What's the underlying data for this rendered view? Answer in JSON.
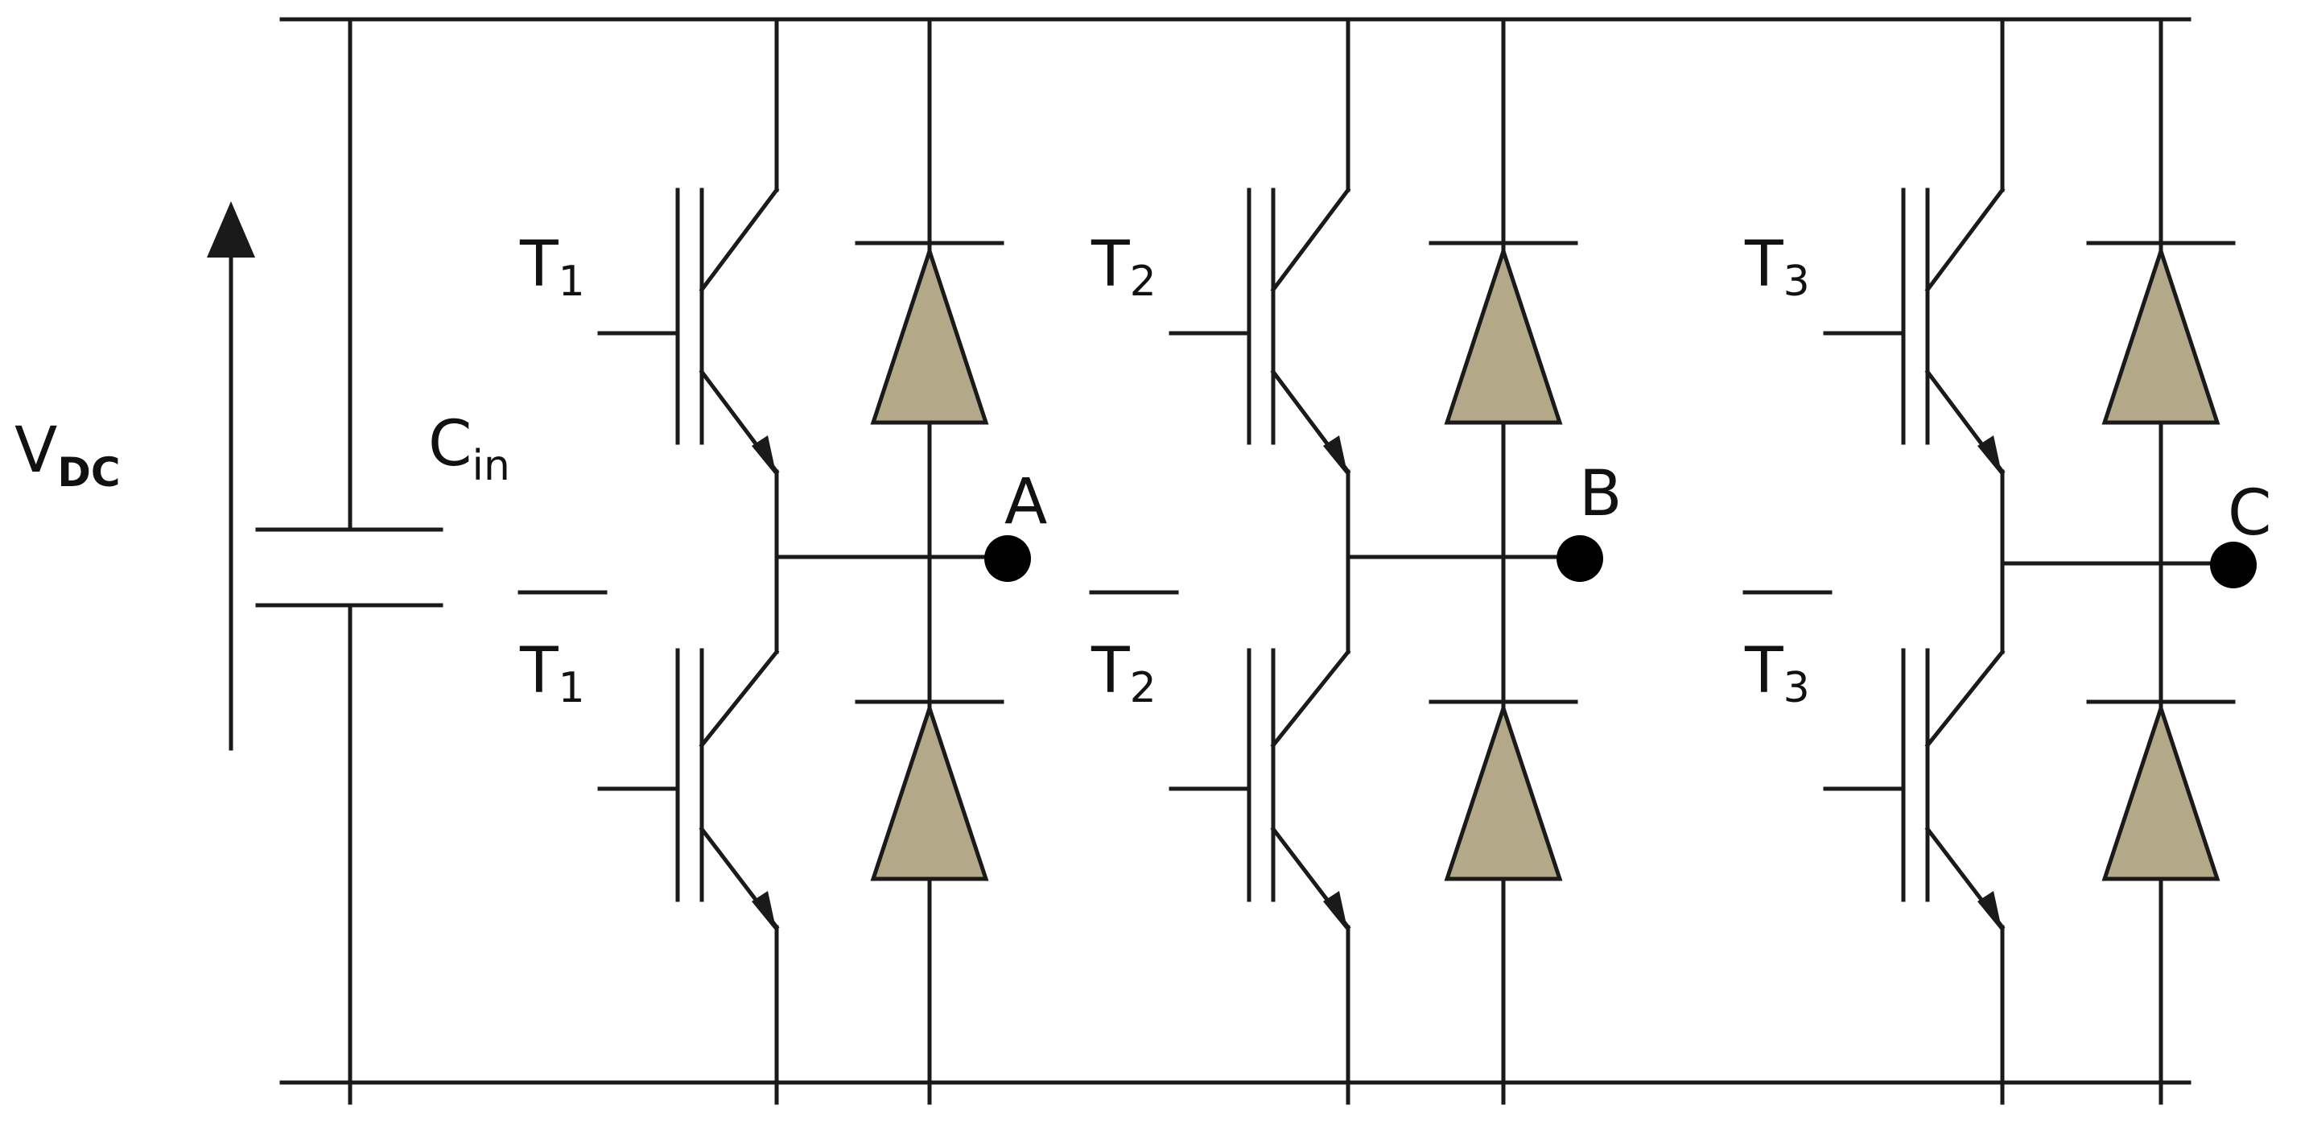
{
  "labels": {
    "vdc_main": "V",
    "vdc_sub": "DC",
    "cin_main": "C",
    "cin_sub": "in",
    "node_a": "A",
    "node_b": "B",
    "node_c": "C"
  },
  "switches": [
    {
      "upper_main": "T",
      "upper_sub": "1",
      "lower_main": "T",
      "lower_sub": "1"
    },
    {
      "upper_main": "T",
      "upper_sub": "2",
      "lower_main": "T",
      "lower_sub": "2"
    },
    {
      "upper_main": "T",
      "upper_sub": "3",
      "lower_main": "T",
      "lower_sub": "3"
    }
  ],
  "colors": {
    "wire": "#1a1a1a",
    "diode_fill": "#b3a989",
    "background": "#ffffff"
  }
}
